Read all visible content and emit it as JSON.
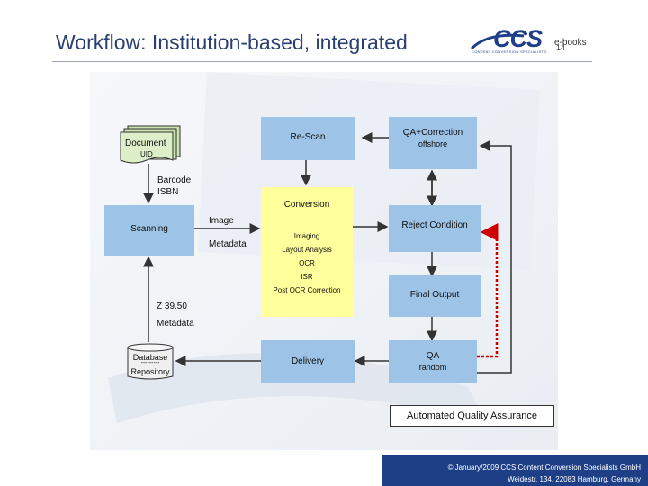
{
  "slide": {
    "title": "Workflow: Institution-based, integrated",
    "logo_text": "CCS",
    "logo_subtext": "CONTENT CONVERSION SPECIALISTS",
    "tag": "e-books",
    "page_number": "14"
  },
  "nodes": {
    "document": {
      "line1": "Document",
      "line2": "UID"
    },
    "rescan": {
      "line1": "Re-Scan"
    },
    "qa_correction": {
      "line1": "QA+Correction",
      "line2": "offshore"
    },
    "conversion": {
      "title": "Conversion",
      "steps": [
        "Imaging",
        "Layout Analysis",
        "OCR",
        "ISR",
        "Post OCR Correction"
      ]
    },
    "scanning": {
      "line1": "Scanning"
    },
    "reject": {
      "line1": "Reject Condition"
    },
    "final_output": {
      "line1": "Final Output"
    },
    "database": {
      "line1": "Database",
      "line2": "---------",
      "line3": "Repository"
    },
    "delivery": {
      "line1": "Delivery"
    },
    "qa": {
      "line1": "QA",
      "line2": "random"
    }
  },
  "labels": {
    "barcode": "Barcode",
    "isbn": "ISBN",
    "image": "Image",
    "metadata": "Metadata",
    "z3950": "Z 39.50",
    "metadata2": "Metadata",
    "automated_qa": "Automated Quality Assurance"
  },
  "footer": {
    "line1": "© January/2009 CCS Content Conversion Specialists GmbH",
    "line2": "Weidestr. 134, 22083 Hamburg, Germany"
  },
  "colors": {
    "box_blue": "#9dc3e6",
    "conversion_yellow": "#ffff9b",
    "title_blue": "#2a3f72",
    "footer_navy": "#1e3f86",
    "feedback_red": "#cc0000"
  }
}
